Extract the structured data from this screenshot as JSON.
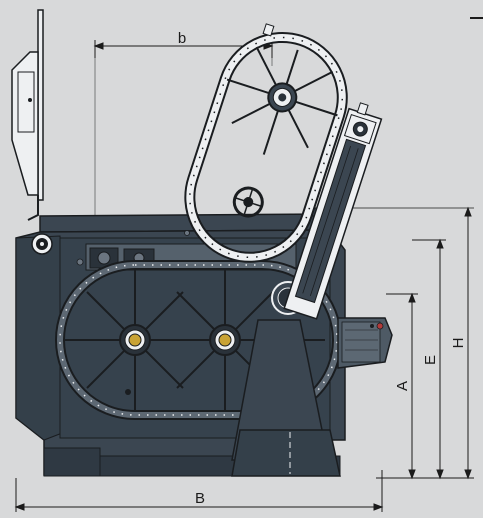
{
  "dimensions": {
    "A": "A",
    "B": "B",
    "E": "E",
    "H": "H",
    "b": "b"
  },
  "colors": {
    "background": "#d8d9da",
    "body": "#3b4651",
    "body_dark": "#2f3943",
    "outline": "#1a1d20",
    "line_light": "#eef0f2",
    "dimension": "#1b1b1b",
    "hub": "#c9a335"
  }
}
